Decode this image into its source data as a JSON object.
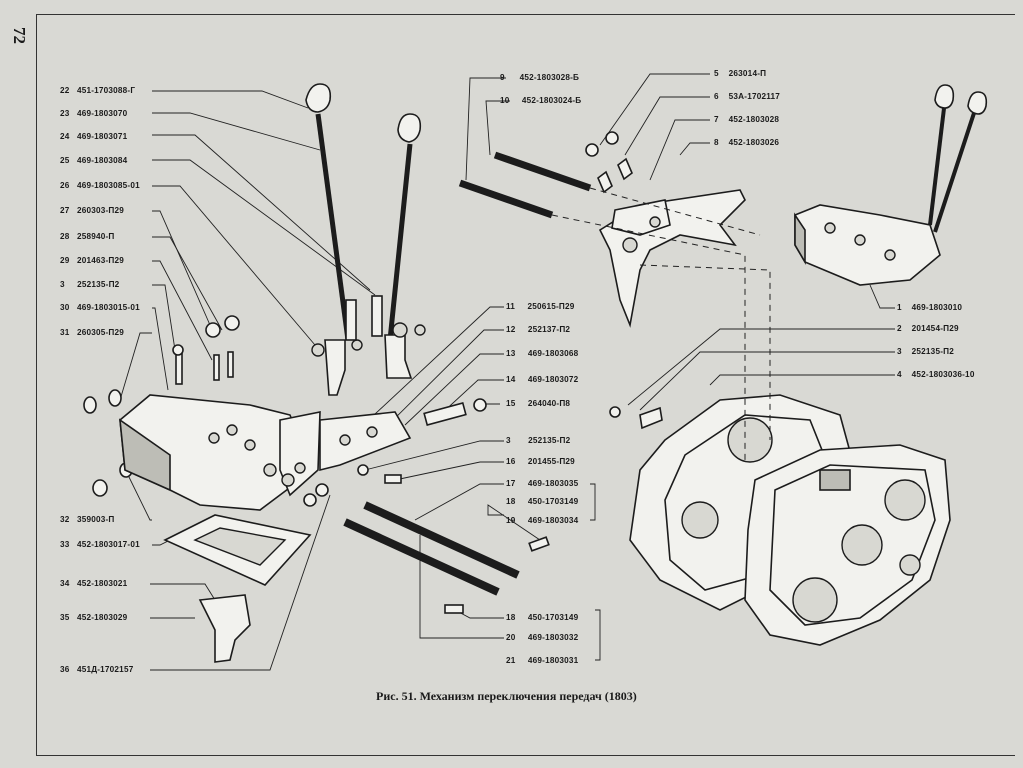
{
  "page_number": "72",
  "caption": "Рис. 51. Механизм переключения передач (1803)",
  "callouts_left": [
    {
      "num": "22",
      "code": "451-1703088-Г"
    },
    {
      "num": "23",
      "code": "469-1803070"
    },
    {
      "num": "24",
      "code": "469-1803071"
    },
    {
      "num": "25",
      "code": "469-1803084"
    },
    {
      "num": "26",
      "code": "469-1803085-01"
    },
    {
      "num": "27",
      "code": "260303-П29"
    },
    {
      "num": "28",
      "code": "258940-П"
    },
    {
      "num": "29",
      "code": "201463-П29"
    },
    {
      "num": "3",
      "code": "252135-П2"
    },
    {
      "num": "30",
      "code": "469-1803015-01"
    },
    {
      "num": "31",
      "code": "260305-П29"
    },
    {
      "num": "32",
      "code": "359003-П"
    },
    {
      "num": "33",
      "code": "452-1803017-01"
    },
    {
      "num": "34",
      "code": "452-1803021"
    },
    {
      "num": "35",
      "code": "452-1803029"
    },
    {
      "num": "36",
      "code": "451Д-1702157"
    }
  ],
  "callouts_top": [
    {
      "num": "9",
      "code": "452-1803028-Б"
    },
    {
      "num": "10",
      "code": "452-1803024-Б"
    },
    {
      "num": "5",
      "code": "263014-П"
    },
    {
      "num": "6",
      "code": "53А-1702117"
    },
    {
      "num": "7",
      "code": "452-1803028"
    },
    {
      "num": "8",
      "code": "452-1803026"
    }
  ],
  "callouts_middle": [
    {
      "num": "11",
      "code": "250615-П29"
    },
    {
      "num": "12",
      "code": "252137-П2"
    },
    {
      "num": "13",
      "code": "469-1803068"
    },
    {
      "num": "14",
      "code": "469-1803072"
    },
    {
      "num": "15",
      "code": "264040-П8"
    },
    {
      "num": "3",
      "code": "252135-П2"
    },
    {
      "num": "16",
      "code": "201455-П29"
    },
    {
      "num": "17",
      "code": "469-1803035"
    },
    {
      "num": "18",
      "code": "450-1703149"
    },
    {
      "num": "19",
      "code": "469-1803034"
    },
    {
      "num": "18",
      "code": "450-1703149"
    },
    {
      "num": "20",
      "code": "469-1803032"
    },
    {
      "num": "21",
      "code": "469-1803031"
    }
  ],
  "callouts_right": [
    {
      "num": "1",
      "code": "469-1803010"
    },
    {
      "num": "2",
      "code": "201454-П29"
    },
    {
      "num": "3",
      "code": "252135-П2"
    },
    {
      "num": "4",
      "code": "452-1803036-10"
    }
  ]
}
